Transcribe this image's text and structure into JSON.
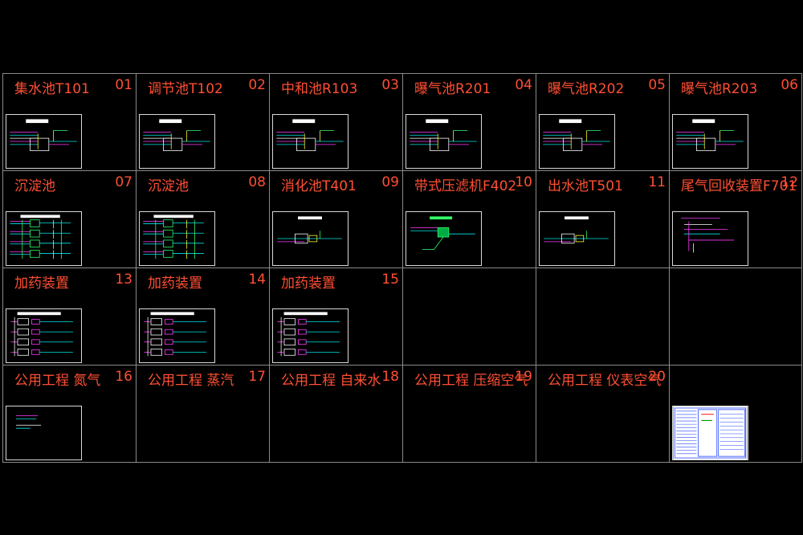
{
  "colors": {
    "background": "#000000",
    "grid_line": "#8a8a8a",
    "label": "#ff4f33",
    "thumb_border": "#d8d8d8"
  },
  "sheets": [
    {
      "title": "集水池T101",
      "number": "01",
      "drawing": "process"
    },
    {
      "title": "调节池T102",
      "number": "02",
      "drawing": "process"
    },
    {
      "title": "中和池R103",
      "number": "03",
      "drawing": "process"
    },
    {
      "title": "曝气池R201",
      "number": "04",
      "drawing": "process"
    },
    {
      "title": "曝气池R202",
      "number": "05",
      "drawing": "process"
    },
    {
      "title": "曝气池R203",
      "number": "06",
      "drawing": "process"
    },
    {
      "title": "沉淀池",
      "number": "07",
      "drawing": "settler"
    },
    {
      "title": "沉淀池",
      "number": "08",
      "drawing": "settler"
    },
    {
      "title": "消化池T401",
      "number": "09",
      "drawing": "small"
    },
    {
      "title": "带式压滤机F402",
      "number": "10",
      "drawing": "filter"
    },
    {
      "title": "出水池T501",
      "number": "11",
      "drawing": "small"
    },
    {
      "title": "尾气回收装置F701",
      "number": "12",
      "drawing": "lines"
    },
    {
      "title": "加药装置",
      "number": "13",
      "drawing": "dosing"
    },
    {
      "title": "加药装置",
      "number": "14",
      "drawing": "dosing"
    },
    {
      "title": "加药装置",
      "number": "15",
      "drawing": "dosing"
    },
    {
      "title": "",
      "number": "",
      "drawing": "none"
    },
    {
      "title": "",
      "number": "",
      "drawing": "none"
    },
    {
      "title": "",
      "number": "",
      "drawing": "none"
    },
    {
      "title": "公用工程 氮气",
      "number": "16",
      "drawing": "utility"
    },
    {
      "title": "公用工程 蒸汽",
      "number": "17",
      "drawing": "none"
    },
    {
      "title": "公用工程 自来水",
      "number": "18",
      "drawing": "none"
    },
    {
      "title": "公用工程 压缩空气",
      "number": "19",
      "drawing": "none"
    },
    {
      "title": "公用工程 仪表空气",
      "number": "20",
      "drawing": "none"
    },
    {
      "title": "",
      "number": "",
      "drawing": "legend"
    }
  ]
}
